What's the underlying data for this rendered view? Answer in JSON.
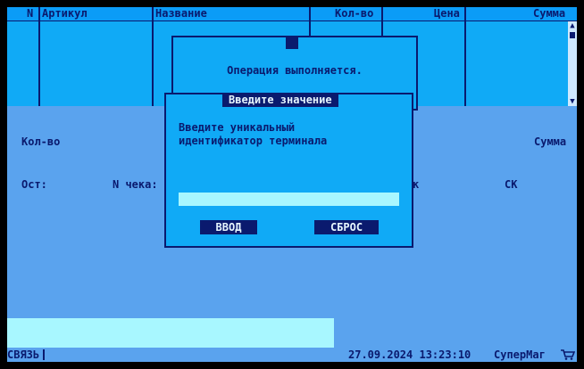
{
  "table": {
    "columns": [
      "N",
      "Артикул",
      "Название",
      "Кол-во",
      "Цена",
      "Сумма"
    ]
  },
  "info": {
    "qty_label": "Кол-во",
    "sum_label": "Сумма",
    "ost_label": "Ост:",
    "check_label": "N чека:",
    "partial_label": "к",
    "sk_label": "СК"
  },
  "status": {
    "link": "СВЯЗЬ",
    "datetime": "27.09.2024 13:23:10",
    "app_name": "СуперМаг"
  },
  "progress_dialog": {
    "message": "Операция выполняется."
  },
  "input_dialog": {
    "title": "Введите значение",
    "prompt": "Введите уникальный\nидентификатор терминала",
    "value": "",
    "ok_label": "ВВОД",
    "reset_label": "СБРОС"
  },
  "colors": {
    "background": "#5aa3ee",
    "grid": "#10aaf6",
    "dark": "#0a1a6e",
    "input": "#a8f7ff"
  }
}
